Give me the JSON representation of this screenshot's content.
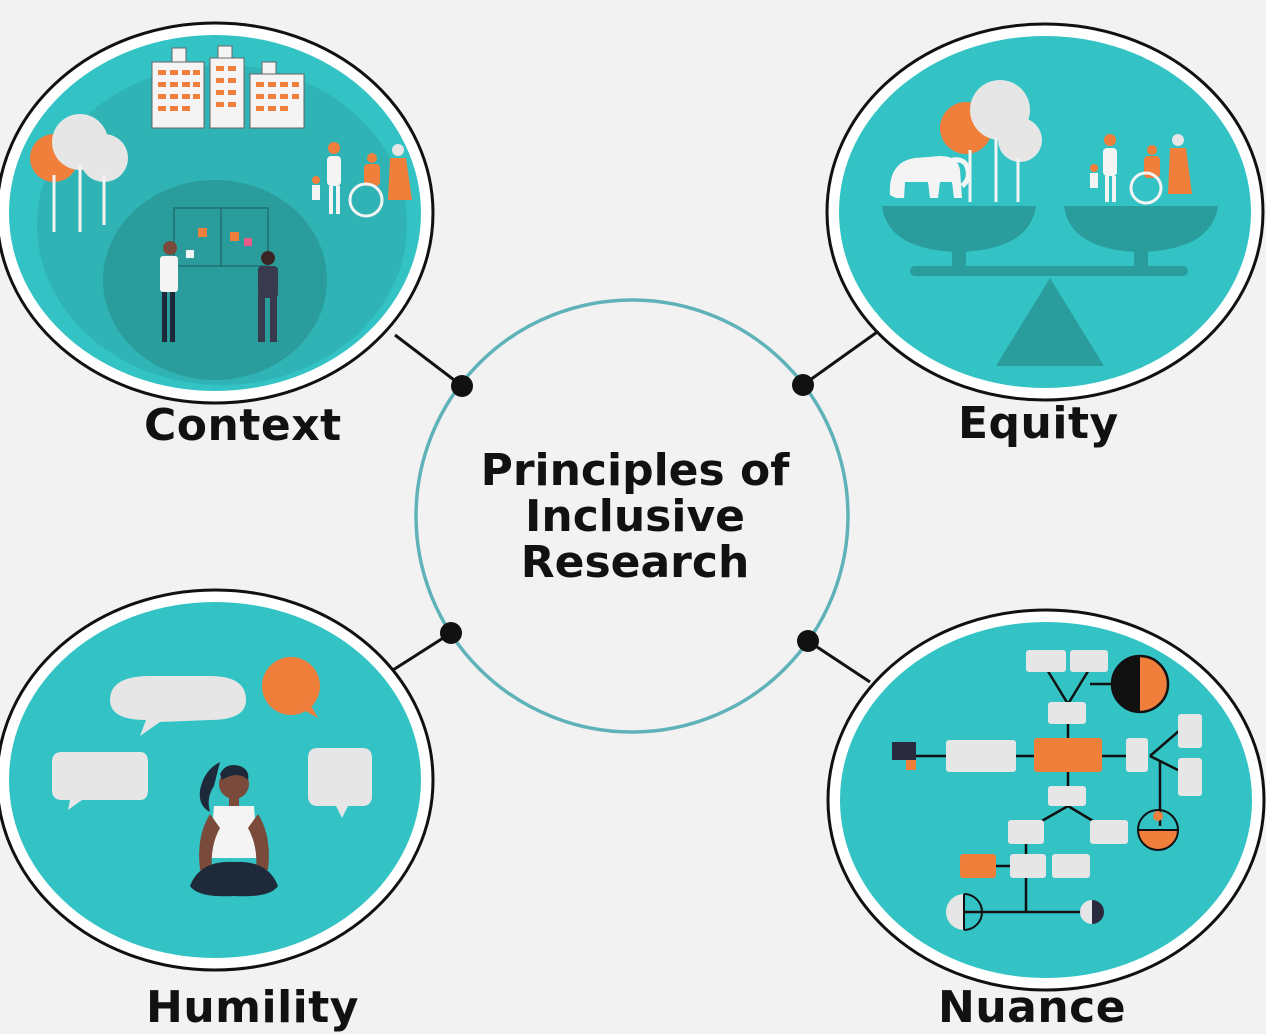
{
  "center": {
    "title_lines": [
      "Principles of",
      "Inclusive",
      "Research"
    ]
  },
  "principles": {
    "context": "Context",
    "equity": "Equity",
    "humility": "Humility",
    "nuance": "Nuance"
  },
  "colors": {
    "background": "#f2f2f2",
    "teal": "#33c3c4",
    "teal_dark": "#2a9c9c",
    "orange": "#f07f3c",
    "light_gray": "#e6e6e6",
    "center_ring": "#5fb3b8",
    "ink": "#111111"
  },
  "icons": {
    "context": [
      "building-icon",
      "tree-icon",
      "people-icon",
      "whiteboard-icon"
    ],
    "equity": [
      "scale-icon",
      "elephant-icon",
      "tree-icon",
      "people-icon"
    ],
    "humility": [
      "speech-bubble-icon",
      "meditating-person-icon"
    ],
    "nuance": [
      "flowchart-icon"
    ]
  }
}
